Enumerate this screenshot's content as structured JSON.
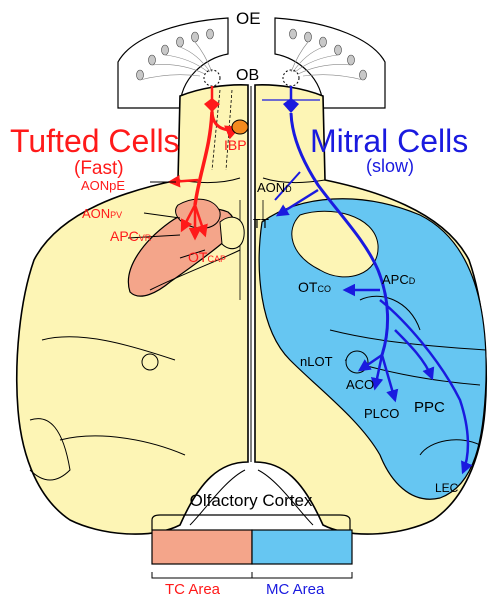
{
  "header": {
    "oe": "OE",
    "ob": "OB"
  },
  "tufted": {
    "title": "Tufted Cells",
    "subtitle": "(Fast)",
    "labels": {
      "ibp": "IBP",
      "aonpe": "AONpE",
      "aonpv_main": "AON",
      "aonpv_sub": "PV",
      "apcvr_main": "APC",
      "apcvr_sub": "VR",
      "otcap_main": "OT",
      "otcap_sub": "CAP"
    }
  },
  "mitral": {
    "title": "Mitral Cells",
    "subtitle": "(slow)",
    "labels": {
      "aond_main": "AON",
      "aond_sub": "D",
      "tt": "TT",
      "otco_main": "OT",
      "otco_sub": "CO",
      "apcd_main": "APC",
      "apcd_sub": "D",
      "nlot": "nLOT",
      "aco": "ACO",
      "plco": "PLCO",
      "ppc": "PPC",
      "lec": "LEC"
    }
  },
  "legend": {
    "title": "Olfactory Cortex",
    "tc": "TC Area",
    "mc": "MC Area"
  },
  "colors": {
    "tc": "#ff1a1a",
    "mc": "#1a1adf",
    "tc_area": "#f4a58a",
    "mc_area": "#66c6f2",
    "brain": "#fdf5b5",
    "ibp": "#f58a1e"
  }
}
